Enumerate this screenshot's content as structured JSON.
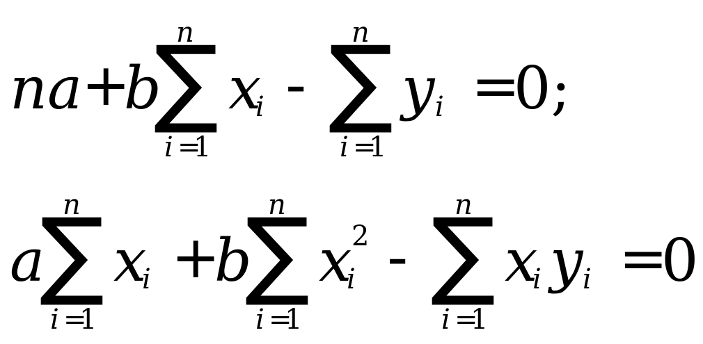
{
  "equations": [
    {
      "term1": "na",
      "plus": "+",
      "b": "b",
      "sum1": {
        "symbol": "∑",
        "upper": "n",
        "lower_var": "i",
        "lower_eq": "=",
        "lower_val": "1"
      },
      "x": "x",
      "x_sub": "i",
      "minus": "-",
      "sum2": {
        "symbol": "∑",
        "upper": "n",
        "lower_var": "i",
        "lower_eq": "=",
        "lower_val": "1"
      },
      "y": "y",
      "y_sub": "i",
      "equals": "=",
      "rhs": "0;"
    },
    {
      "a": "a",
      "sum1": {
        "symbol": "∑",
        "upper": "n",
        "lower_var": "i",
        "lower_eq": "=",
        "lower_val": "1"
      },
      "x": "x",
      "x_sub": "i",
      "plus": "+",
      "b": "b",
      "sum2": {
        "symbol": "∑",
        "upper": "n",
        "lower_var": "i",
        "lower_eq": "=",
        "lower_val": "1"
      },
      "x2": "x",
      "x2_sub": "i",
      "x2_sup": "2",
      "minus": "-",
      "sum3": {
        "symbol": "∑",
        "upper": "n",
        "lower_var": "i",
        "lower_eq": "=",
        "lower_val": "1"
      },
      "xy_x": "x",
      "xy_x_sub": "i",
      "xy_y": "y",
      "xy_y_sub": "i",
      "equals": "=",
      "rhs": "0"
    }
  ]
}
